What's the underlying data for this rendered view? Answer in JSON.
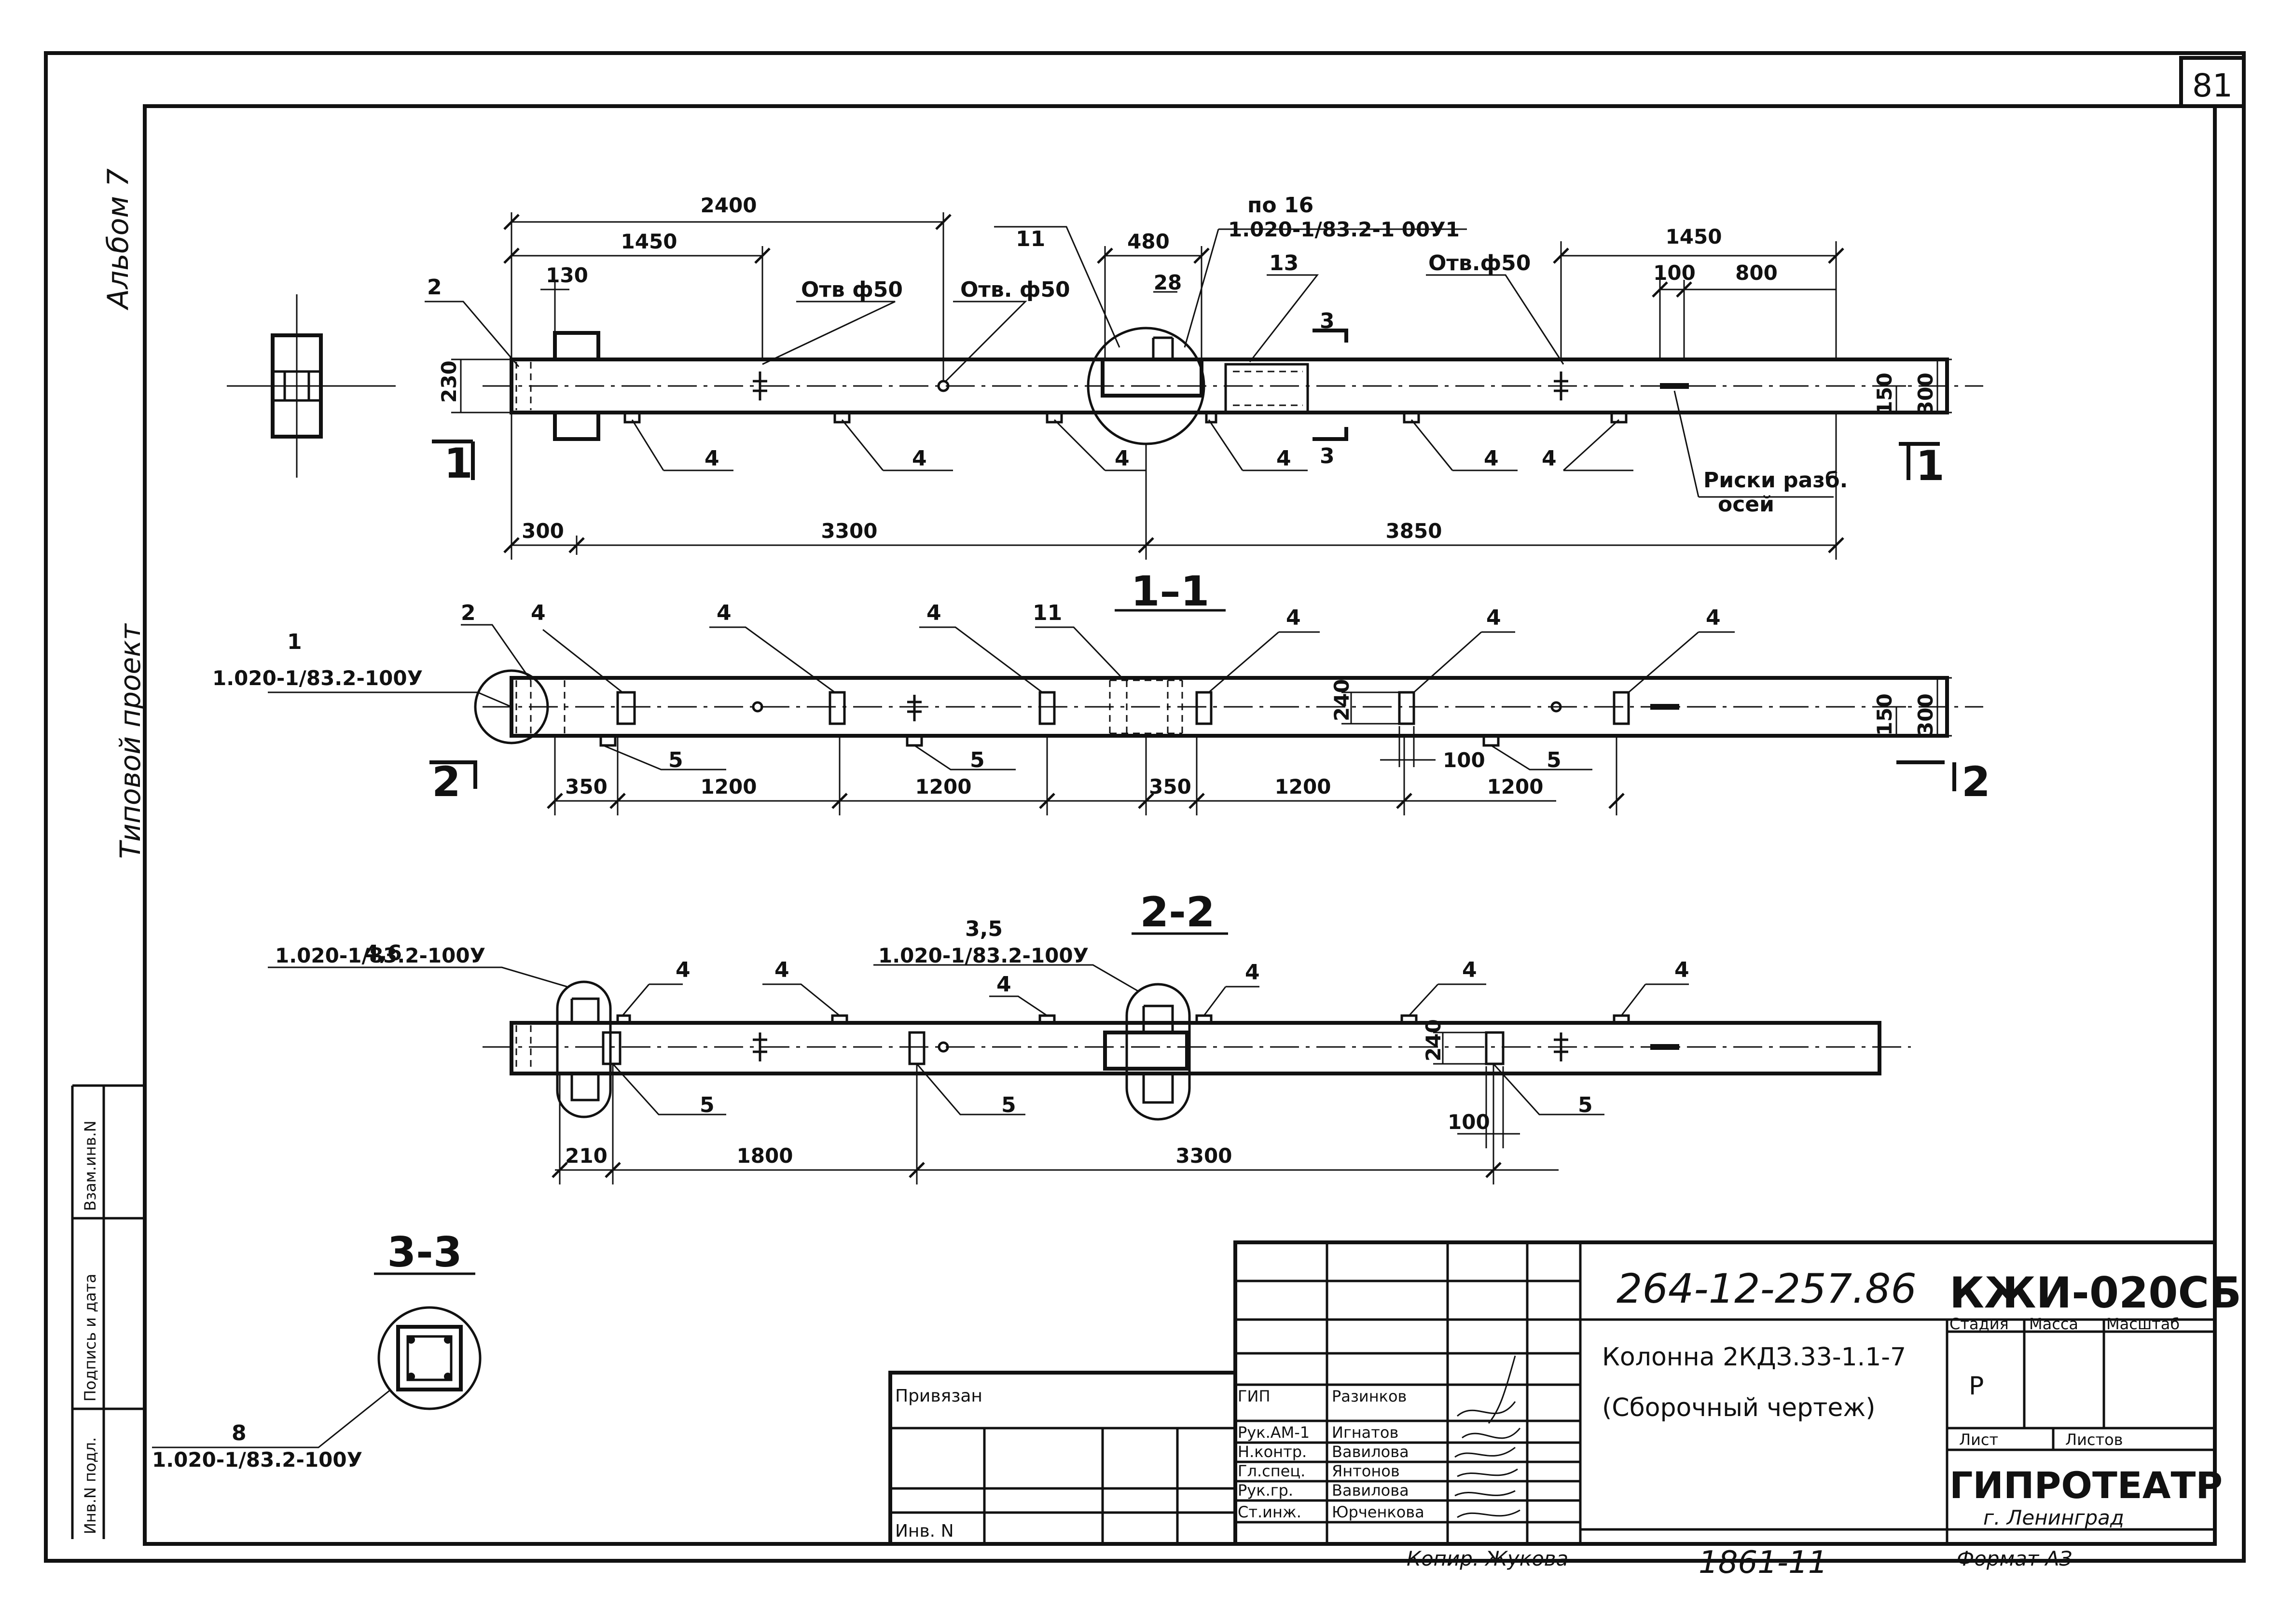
{
  "sheet": {
    "number": "81"
  },
  "margin": {
    "album": "Альбом 7",
    "project": "Типовой проект"
  },
  "stamp_side": {
    "vzam": "Взам.инв.N",
    "podpis": "Подпись и дата",
    "inv": "Инв.N подл."
  },
  "plan": {
    "dims": [
      "2400",
      "1450",
      "130",
      "230",
      "480",
      "28",
      "1450",
      "100",
      "800",
      "300",
      "3300",
      "3850",
      "150",
      "300"
    ],
    "holes": [
      "Отв ф50",
      "Отв. ф50",
      "Отв.ф50"
    ],
    "ref16": {
      "pos": "по 16",
      "doc": "1.020-1/83.2-1 00У1"
    },
    "marks": [
      "2",
      "11",
      "13",
      "4",
      "4",
      "4",
      "4",
      "4",
      "4"
    ],
    "risk": [
      "Риски разб.",
      "осей"
    ],
    "section_marks": [
      "1",
      "1",
      "3",
      "3"
    ]
  },
  "section11": {
    "title": "1–1",
    "ref1": {
      "pos": "1",
      "doc": "1.020-1/83.2-100У"
    },
    "marks": [
      "2",
      "4",
      "4",
      "4",
      "11",
      "4",
      "4",
      "4",
      "5",
      "5",
      "5"
    ],
    "dims": [
      "350",
      "1200",
      "1200",
      "350",
      "1200",
      "1200",
      "240",
      "100",
      "150",
      "300"
    ],
    "section_marks": [
      "2",
      "2"
    ]
  },
  "section22": {
    "title": "2-2",
    "ref46": {
      "pos": "4,6",
      "doc": "1.020-1/83.2-100У"
    },
    "ref35": {
      "pos": "3,5",
      "doc": "1.020-1/83.2-100У"
    },
    "marks": [
      "4",
      "4",
      "4",
      "4",
      "4",
      "4",
      "5",
      "5",
      "5"
    ],
    "dims": [
      "210",
      "1800",
      "3300",
      "240",
      "100"
    ]
  },
  "section33": {
    "title": "3-3",
    "ref8": {
      "pos": "8",
      "doc": "1.020-1/83.2-100У"
    }
  },
  "title_block": {
    "code": "264-12-257.86",
    "mark": "КЖИ-020СБ",
    "name1": "Колонна 2КДЗ.33-1.1-7",
    "name2": "(Сборочный чертеж)",
    "privyazan": "Привязан",
    "inv": "Инв. N",
    "roles": [
      {
        "role": "ГИП",
        "name": "Разинков"
      },
      {
        "role": "Рук.АМ-1",
        "name": "Игнатов"
      },
      {
        "role": "Н.контр.",
        "name": "Вавилова"
      },
      {
        "role": "Гл.спец.",
        "name": "Янтонов"
      },
      {
        "role": "Рук.гр.",
        "name": "Вавилова"
      },
      {
        "role": "Ст.инж.",
        "name": "Юрченкова"
      }
    ],
    "stage_h": "Стадия",
    "mass_h": "Масса",
    "scale_h": "Масштаб",
    "stage": "Р",
    "sheet_h": "Лист",
    "sheets_h": "Листов",
    "org": "ГИПРОТЕАТР",
    "city": "г. Ленинград",
    "copy": "Копир. Жукова",
    "format": "Формат АЗ",
    "inv_no": "1861-11"
  }
}
